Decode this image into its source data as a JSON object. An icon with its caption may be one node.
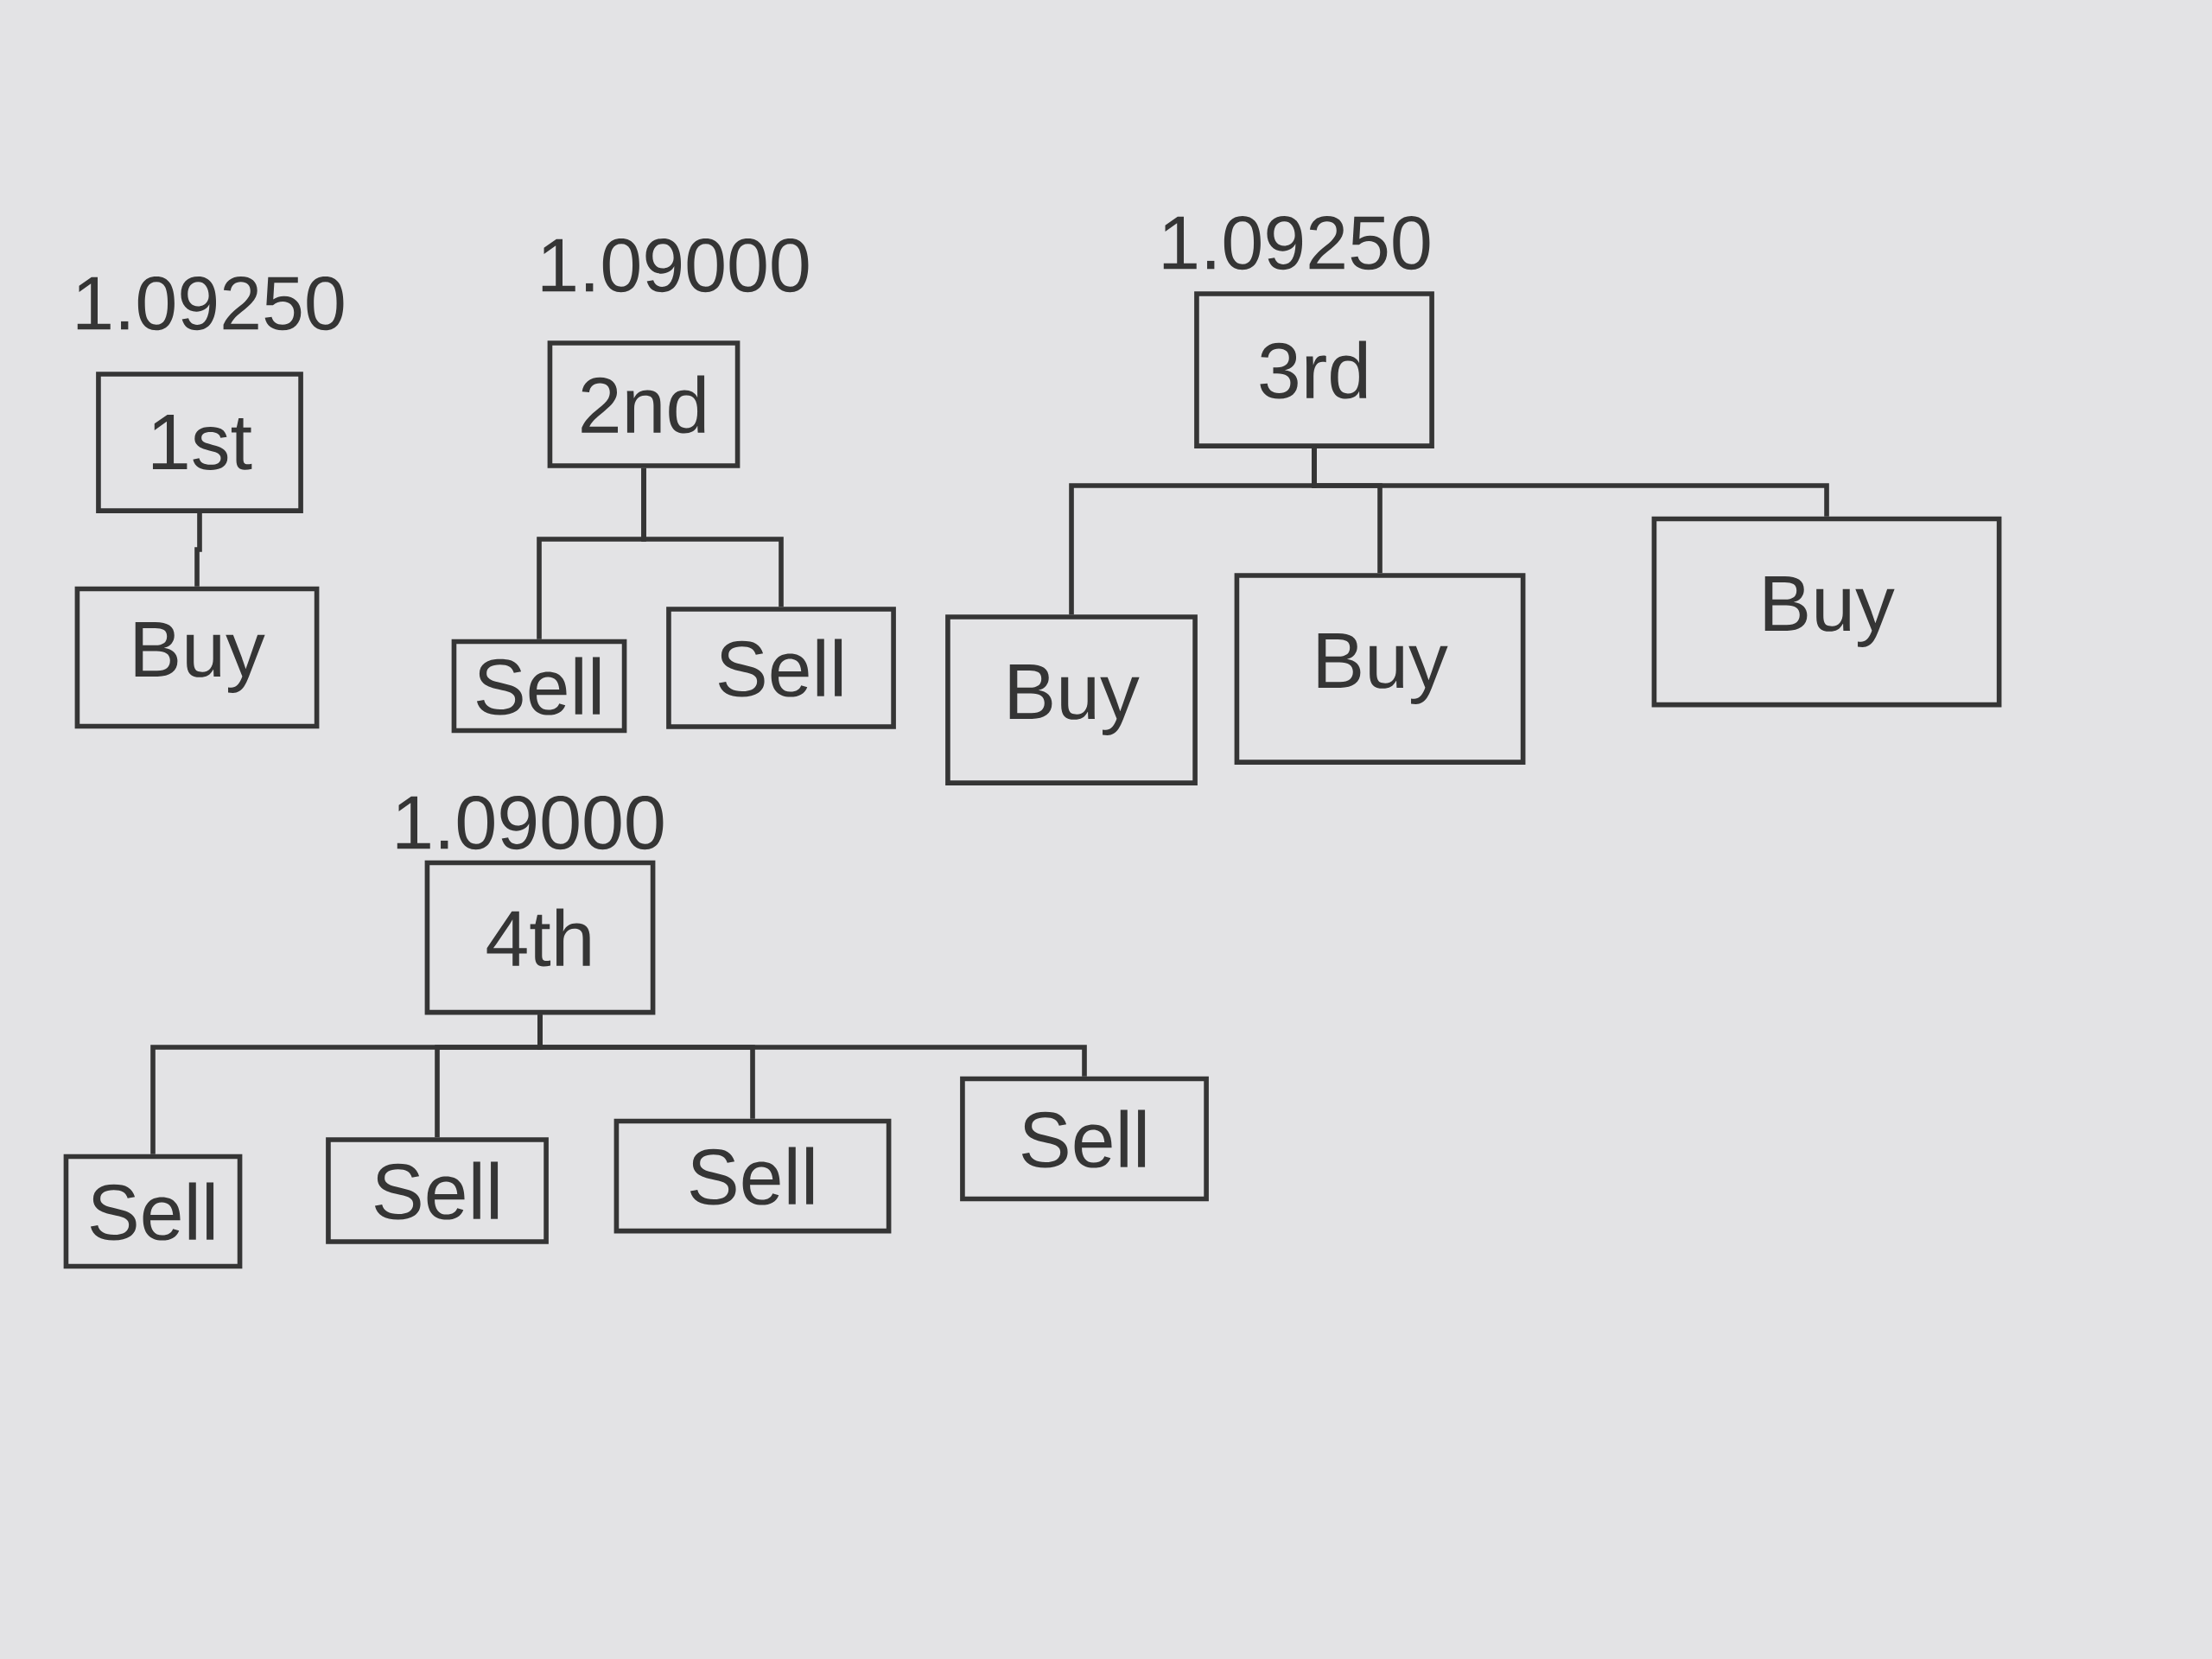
{
  "diagram": {
    "nodes": [
      {
        "text": [
          "1.09250",
          "1st"
        ]
      },
      {
        "text": [
          "Buy"
        ]
      },
      {
        "text": [
          "1.09000",
          "2nd"
        ]
      },
      {
        "text": [
          "Sell"
        ]
      },
      {
        "text": [
          "Sell"
        ]
      },
      {
        "text": [
          "1.09250",
          "3rd"
        ]
      },
      {
        "text": [
          "Buy"
        ]
      },
      {
        "text": [
          "Buy"
        ]
      },
      {
        "text": [
          "Buy"
        ]
      },
      {
        "text": [
          "1.09000",
          "4th"
        ]
      },
      {
        "text": [
          "Sell"
        ]
      },
      {
        "text": [
          "Sell"
        ]
      },
      {
        "text": [
          "Sell"
        ]
      },
      {
        "text": [
          "Sell"
        ]
      }
    ],
    "edges": [
      {
        "from": 0,
        "to": 1,
        "arrow": "none"
      },
      {
        "from": 2,
        "to": 3,
        "arrow": "none"
      },
      {
        "from": 2,
        "to": 4,
        "arrow": "none"
      },
      {
        "from": 5,
        "to": 6,
        "arrow": "none"
      },
      {
        "from": 5,
        "to": 7,
        "arrow": "none"
      },
      {
        "from": 5,
        "to": 8,
        "arrow": "none"
      },
      {
        "from": 9,
        "to": 10,
        "arrow": "none"
      },
      {
        "from": 9,
        "to": 11,
        "arrow": "none"
      },
      {
        "from": 9,
        "to": 12,
        "arrow": "none"
      },
      {
        "from": 9,
        "to": 13,
        "arrow": "none"
      }
    ]
  }
}
